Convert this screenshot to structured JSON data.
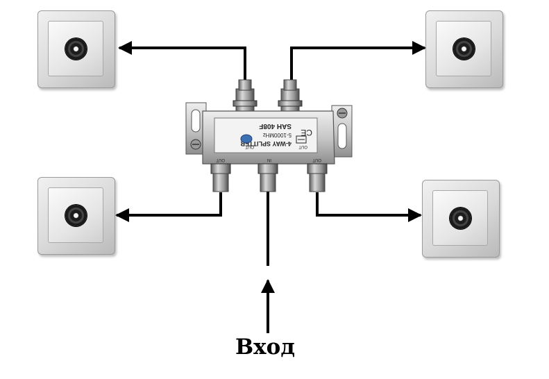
{
  "diagram": {
    "input_label": "Вход",
    "splitter": {
      "line1": "4-WAY SPLITTER",
      "line2": "5-1000MHz",
      "line3": "SAH 408F",
      "ce_mark": "CE",
      "port_label_out": "OUT",
      "port_label_in": "IN"
    }
  },
  "colors": {
    "arrow": "#000000",
    "splitter_body": "#c9c9c9",
    "connector": "#8a8a8a"
  }
}
